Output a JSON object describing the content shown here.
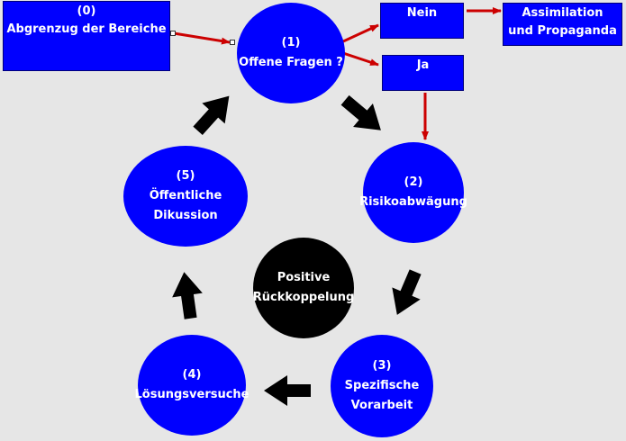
{
  "colors": {
    "background": "#e6e6e6",
    "node_fill": "#0000ff",
    "center_fill": "#000000",
    "red_arrow": "#cc0000",
    "black_arrow": "#000000",
    "text": "#ffffff"
  },
  "nodes": {
    "n0": {
      "num": "(0)",
      "line1": "Abgrenzug der Bereiche"
    },
    "n1": {
      "num": "(1)",
      "line1": "Offene Fragen ?"
    },
    "n2": {
      "num": "(2)",
      "line1": "Risikoabwägung"
    },
    "n3": {
      "num": "(3)",
      "line1": "Spezifische",
      "line2": "Vorarbeit"
    },
    "n4": {
      "num": "(4)",
      "line1": "Lösungsversuche"
    },
    "n5": {
      "num": "(5)",
      "line1": "Öffentliche",
      "line2": "Dikussion"
    },
    "nein": {
      "label": "Nein"
    },
    "ja": {
      "label": "Ja"
    },
    "assimilation": {
      "line1": "Assimilation",
      "line2": "und Propaganda"
    },
    "center": {
      "line1": "Positive",
      "line2": "Rückkoppelung"
    }
  }
}
